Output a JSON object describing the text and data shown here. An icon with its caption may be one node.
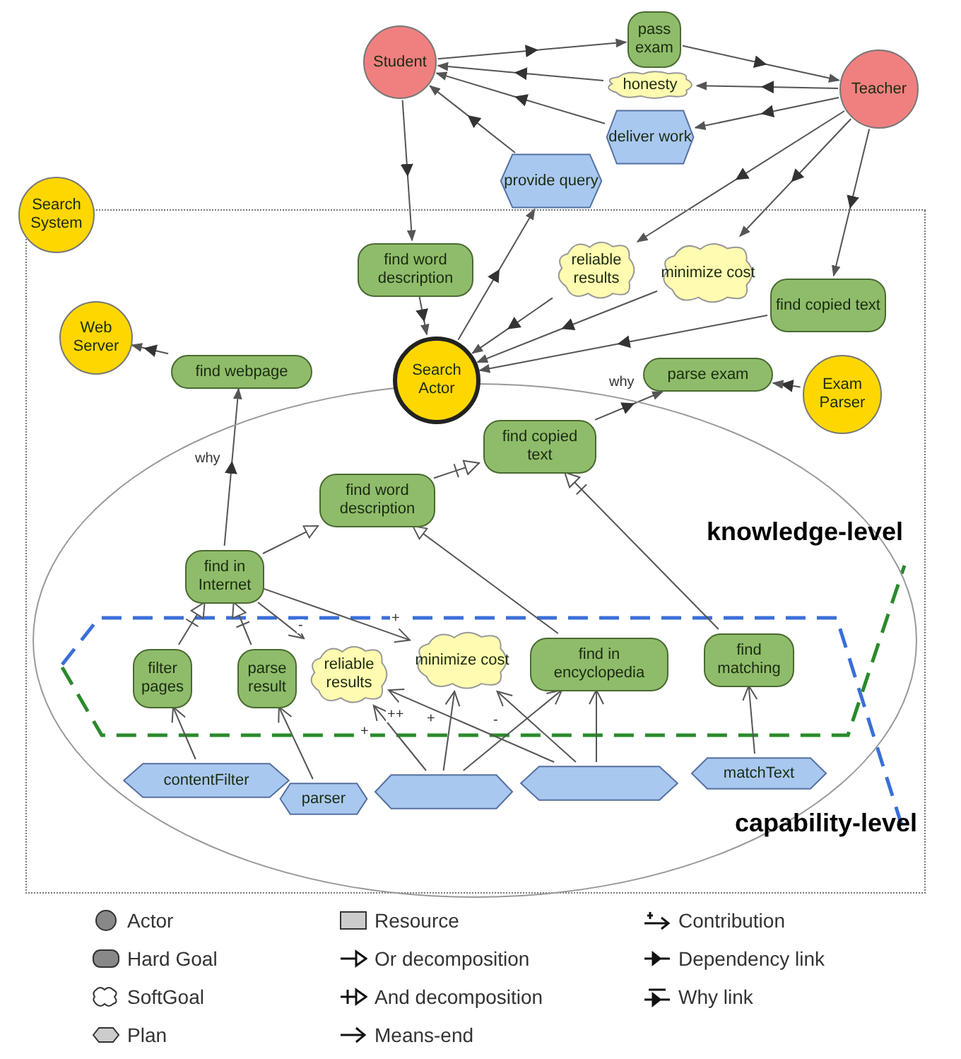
{
  "diagram": {
    "nodes": [
      {
        "text": [
          "Student"
        ]
      },
      {
        "text": [
          "pass exam"
        ]
      },
      {
        "text": [
          "honesty"
        ]
      },
      {
        "text": [
          "Teacher"
        ]
      },
      {
        "text": [
          "deliver work"
        ]
      },
      {
        "text": [
          "provide query"
        ]
      },
      {
        "text": [
          "Search System"
        ]
      },
      {
        "text": [],
        "shape": "box"
      },
      {
        "text": [
          "find word description"
        ],
        "in": 7
      },
      {
        "text": [
          "reliable results"
        ],
        "in": 7
      },
      {
        "text": [
          "minimize cost"
        ],
        "in": 7
      },
      {
        "text": [
          "find copied text"
        ],
        "in": 7
      },
      {
        "text": [
          "Web Server"
        ],
        "in": 7
      },
      {
        "text": [
          "find webpage"
        ],
        "in": 7
      },
      {
        "text": [
          "Search Actor"
        ],
        "in": 7
      },
      {
        "text": [],
        "shape": "ellipse",
        "in": 7
      },
      {
        "text": [
          "parse exam"
        ],
        "in": 7
      },
      {
        "text": [
          "Exam Parser"
        ],
        "in": 7
      },
      {
        "text": [
          "find copied text"
        ],
        "in": 15
      },
      {
        "text": [
          "find word description"
        ],
        "in": 15
      },
      {
        "text": [
          "find in Internet"
        ],
        "in": 15
      },
      {
        "text": [
          "filter pages"
        ],
        "in": 15
      },
      {
        "text": [
          "parse result"
        ],
        "in": 15
      },
      {
        "text": [
          "reliable results"
        ],
        "in": 15
      },
      {
        "text": [
          "minimize cost"
        ],
        "in": 15
      },
      {
        "text": [
          "find in encyclopedia"
        ],
        "in": 15
      },
      {
        "text": [
          "find matching"
        ],
        "in": 15
      },
      {
        "text": [
          "contentFilter"
        ],
        "in": 15
      },
      {
        "text": [
          "parser"
        ],
        "in": 15
      },
      {
        "text": [],
        "shape": "hexagon",
        "in": 15
      },
      {
        "text": [],
        "shape": "hexagon",
        "in": 15
      },
      {
        "text": [
          "matchText"
        ],
        "in": 15
      }
    ],
    "edges": [
      {
        "from": 0,
        "to": 1,
        "arrow": "to"
      },
      {
        "from": 1,
        "to": 3,
        "arrow": "to"
      },
      {
        "from": 3,
        "to": 2,
        "arrow": "to"
      },
      {
        "from": 2,
        "to": 0,
        "arrow": "to"
      },
      {
        "from": 3,
        "to": 4,
        "arrow": "to"
      },
      {
        "from": 4,
        "to": 0,
        "arrow": "to"
      },
      {
        "from": 14,
        "to": 5,
        "arrow": "to"
      },
      {
        "from": 5,
        "to": 0,
        "arrow": "to"
      },
      {
        "from": 0,
        "to": 8,
        "arrow": "to"
      },
      {
        "from": 8,
        "to": 14,
        "arrow": "to"
      },
      {
        "from": 3,
        "to": 9,
        "arrow": "to"
      },
      {
        "from": 9,
        "to": 14,
        "arrow": "to"
      },
      {
        "from": 3,
        "to": 10,
        "arrow": "to"
      },
      {
        "from": 10,
        "to": 14,
        "arrow": "to"
      },
      {
        "from": 3,
        "to": 11,
        "arrow": "to"
      },
      {
        "from": 11,
        "to": 14,
        "arrow": "to"
      },
      {
        "from": 13,
        "to": 12,
        "arrow": "to"
      },
      {
        "from": 17,
        "to": 16,
        "arrow": "to"
      },
      {
        "from": 20,
        "to": 13,
        "label": "why",
        "arrow": "to"
      },
      {
        "from": 18,
        "to": 16,
        "label": "why",
        "arrow": "to"
      },
      {
        "from": 19,
        "to": 18,
        "arrow": "to"
      },
      {
        "from": 20,
        "to": 19,
        "arrow": "to"
      },
      {
        "from": 25,
        "to": 19,
        "arrow": "to"
      },
      {
        "from": 26,
        "to": 18,
        "arrow": "to"
      },
      {
        "from": 21,
        "to": 20,
        "arrow": "to"
      },
      {
        "from": 22,
        "to": 20,
        "arrow": "to"
      },
      {
        "from": 20,
        "to": 23,
        "label": "-",
        "arrow": "to"
      },
      {
        "from": 20,
        "to": 24,
        "label": "+",
        "arrow": "to"
      },
      {
        "from": 27,
        "to": 21,
        "arrow": "to"
      },
      {
        "from": 28,
        "to": 22,
        "arrow": "to"
      },
      {
        "from": 29,
        "to": 23,
        "label": "+",
        "arrow": "to"
      },
      {
        "from": 30,
        "to": 23,
        "label": "++",
        "arrow": "to"
      },
      {
        "from": 29,
        "to": 24,
        "label": "+",
        "arrow": "to"
      },
      {
        "from": 30,
        "to": 24,
        "label": "-",
        "arrow": "to"
      },
      {
        "from": 29,
        "to": 25,
        "arrow": "to"
      },
      {
        "from": 30,
        "to": 25,
        "arrow": "to"
      },
      {
        "from": 31,
        "to": 26,
        "arrow": "to"
      }
    ],
    "labels": [
      "knowledge-level",
      "capability-level"
    ],
    "legend": [
      {
        "text": "Actor"
      },
      {
        "text": "Resource"
      },
      {
        "text": "Contribution"
      },
      {
        "text": "Hard Goal"
      },
      {
        "text": "Or decomposition"
      },
      {
        "text": "Dependency link"
      },
      {
        "text": "SoftGoal"
      },
      {
        "text": "And decomposition"
      },
      {
        "text": "Why link"
      },
      {
        "text": "Plan"
      },
      {
        "text": "Means-end"
      }
    ]
  }
}
